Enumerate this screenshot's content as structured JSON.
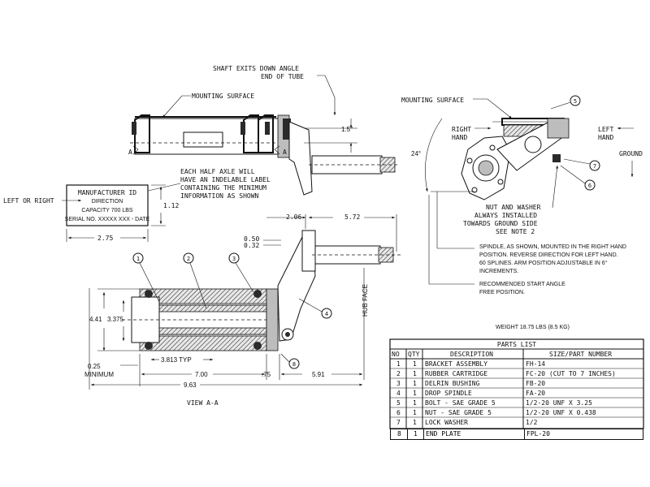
{
  "notes": {
    "shaft_exits_line1": "SHAFT EXITS DOWN ANGLE",
    "shaft_exits_line2": "END OF TUBE",
    "mounting_surface_left": "MOUNTING SURFACE",
    "mounting_surface_right": "MOUNTING SURFACE",
    "label_note": [
      "EACH HALF AXLE WILL",
      "HAVE AN INDELABLE LABEL",
      "CONTAINING THE MINIMUM",
      "INFORMATION AS SHOWN"
    ],
    "left_or_right": "LEFT OR RIGHT",
    "right_hand": [
      "RIGHT",
      "HAND"
    ],
    "left_hand": [
      "LEFT",
      "HAND"
    ],
    "ground": "GROUND",
    "nut_washer": [
      "NUT AND WASHER",
      "ALWAYS INSTALLED",
      "TOWARDS GROUND SIDE",
      "SEE NOTE 2"
    ],
    "spindle_note": [
      "SPINDLE, AS SHOWN, MOUNTED IN THE RIGHT HAND",
      "POSITION. REVERSE DIRECTION FOR LEFT HAND.",
      "60 SPLINES. ARM POSITION ADJUSTABLE IN 6°",
      "INCREMENTS."
    ],
    "start_angle_note": [
      "RECOMMENDED START ANGLE",
      "FREE POSITION."
    ],
    "weight": "WEIGHT 18.75 LBS (8.5 KG)",
    "view_label": "VIEW A-A",
    "hub_face": "HUB FACE",
    "section_a_left": "A",
    "section_a_right": "A"
  },
  "label_box": {
    "title": "MANUFACTURER ID",
    "line1": "DIRECTION",
    "line2": "CAPACITY 700 LBS",
    "line3": "SERIAL NO. XXXXX XXX - DATE"
  },
  "dimensions": {
    "d_1_5": "1.5\"",
    "d_24": "24°",
    "d_1_12": "1.12",
    "d_2_75": "2.75",
    "d_2_06": "2.06",
    "d_5_72": "5.72",
    "d_0_50": "0.50",
    "d_0_32": "0.32",
    "d_4_41": "4.41",
    "d_3_375": "3.375",
    "d_3_813": "3.813 TYP",
    "d_0_25": "0.25",
    "d_minimum": "MINIMUM",
    "d_7_00": "7.00",
    "d_0_75": ".75",
    "d_5_91": "5.91",
    "d_9_63": "9.63"
  },
  "balloons": {
    "b1": "1",
    "b2": "2",
    "b3": "3",
    "b4": "4",
    "b5": "5",
    "b6": "6",
    "b7": "7",
    "b8": "8"
  },
  "parts_list": {
    "title": "PARTS  LIST",
    "headers": [
      "NO",
      "QTY",
      "DESCRIPTION",
      "SIZE/PART NUMBER"
    ],
    "rows": [
      [
        "1",
        "1",
        "BRACKET ASSEMBLY",
        "FH-14"
      ],
      [
        "2",
        "1",
        "RUBBER CARTRIDGE",
        "FC-20 (CUT TO 7 INCHES)"
      ],
      [
        "3",
        "1",
        "DELRIN BUSHING",
        "FB-20"
      ],
      [
        "4",
        "1",
        "DROP SPINDLE",
        "FA-20"
      ],
      [
        "5",
        "1",
        "BOLT - SAE GRADE 5",
        "1/2-20 UNF X 3.25"
      ],
      [
        "6",
        "1",
        "NUT - SAE GRADE 5",
        "1/2-20 UNF X 0.438"
      ],
      [
        "7",
        "1",
        "LOCK WASHER",
        "1/2"
      ],
      [
        "8",
        "1",
        "END PLATE",
        "FPL-20"
      ]
    ]
  }
}
